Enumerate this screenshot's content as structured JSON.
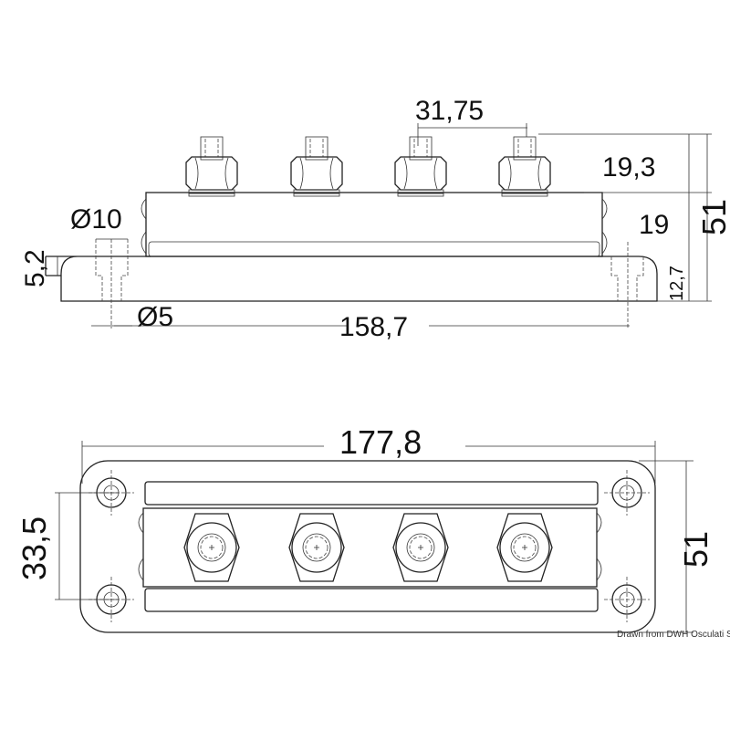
{
  "side_view": {
    "dims": {
      "stud_pitch": "31,75",
      "stud_height": "19,3",
      "block_height": "19",
      "base_height": "12,7",
      "total_height": "51",
      "hole_counterbore": "Ø10",
      "counterbore_depth": "5,2",
      "hole_diameter": "Ø5",
      "hole_spacing": "158,7"
    }
  },
  "top_view": {
    "dims": {
      "total_length": "177,8",
      "hole_spacing_vertical": "33,5",
      "total_width": "51"
    }
  },
  "credit": "Drawn from DWH Osculati Srl"
}
